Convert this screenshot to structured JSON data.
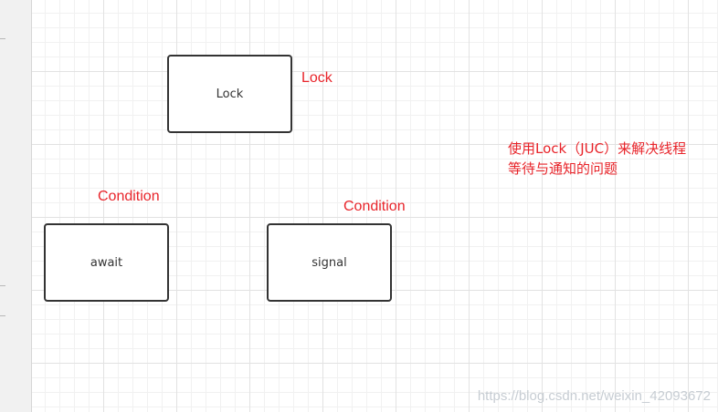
{
  "diagram": {
    "nodes": [
      {
        "id": "lock",
        "label": "Lock"
      },
      {
        "id": "await",
        "label": "await"
      },
      {
        "id": "signal",
        "label": "signal"
      }
    ],
    "annotations": {
      "lock_label": "Lock",
      "condition_label_1": "Condition",
      "condition_label_2": "Condition"
    },
    "note": {
      "line1": "使用Lock（JUC）来解决线程",
      "line2": "等待与通知的问题"
    }
  },
  "watermark": "https://blog.csdn.net/weixin_42093672",
  "colors": {
    "annotation": "#e8242a",
    "node_border": "#333333",
    "grid": "#e2e2e2",
    "watermark": "#c7cdd3"
  }
}
